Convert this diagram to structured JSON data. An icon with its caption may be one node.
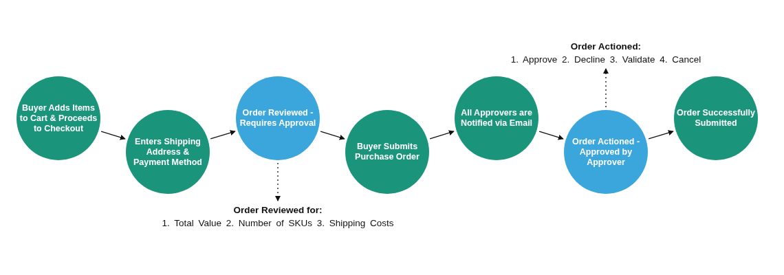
{
  "diagram": {
    "nodes": [
      {
        "text": [
          "Buyer Adds Items to Cart & Proceeds to Checkout"
        ]
      },
      {
        "text": [
          "Enters Shipping Address & Payment Method"
        ]
      },
      {
        "text": [
          "Order Reviewed - Requires Approval"
        ]
      },
      {
        "text": [
          "Buyer Submits Purchase Order"
        ]
      },
      {
        "text": [
          "All Approvers are Notified via Email"
        ]
      },
      {
        "text": [
          "Order Actioned - Approved by Approver"
        ]
      },
      {
        "text": [
          "Order Successfully Submitted"
        ]
      },
      {
        "text": [
          "Order Reviewed for:",
          "1. Total Value 2. Number of SKUs 3. Shipping Costs"
        ]
      },
      {
        "text": [
          "Order Actioned:",
          "1. Approve 2. Decline 3. Validate 4. Cancel"
        ]
      }
    ],
    "edges": [
      {
        "from": 0,
        "to": 1,
        "arrow": "to"
      },
      {
        "from": 1,
        "to": 2,
        "arrow": "to"
      },
      {
        "from": 2,
        "to": 3,
        "arrow": "to"
      },
      {
        "from": 3,
        "to": 4,
        "arrow": "to"
      },
      {
        "from": 4,
        "to": 5,
        "arrow": "to"
      },
      {
        "from": 5,
        "to": 6,
        "arrow": "to"
      },
      {
        "from": 2,
        "to": 7,
        "arrow": "to",
        "style": "dashed"
      },
      {
        "from": 5,
        "to": 8,
        "arrow": "to",
        "style": "dashed"
      }
    ]
  }
}
